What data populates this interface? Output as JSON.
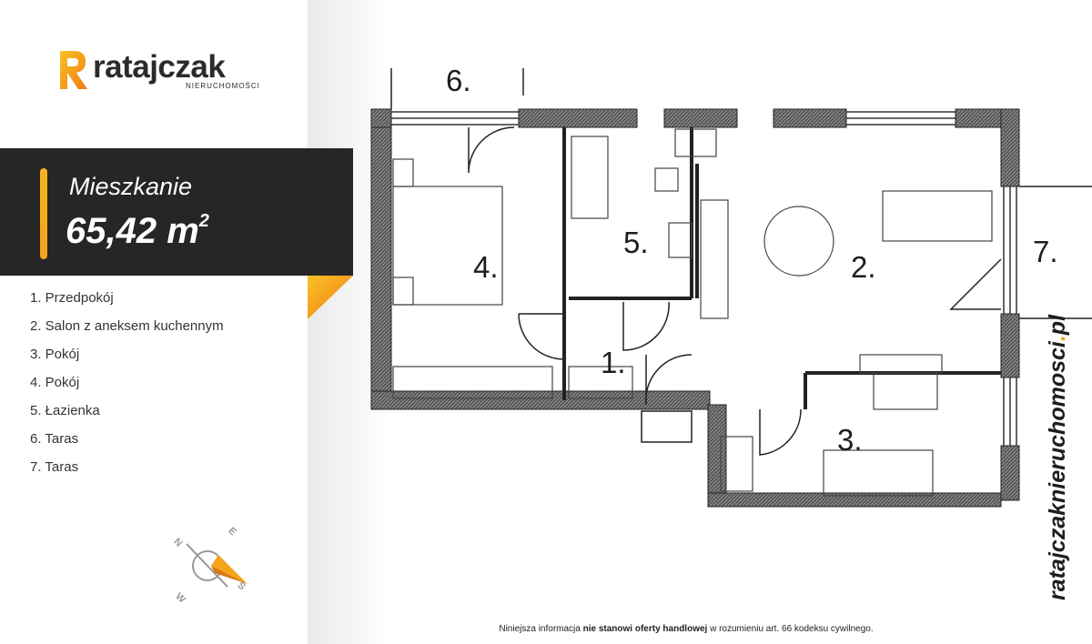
{
  "brand": {
    "name": "ratajczak",
    "subtitle": "NIERUCHOMOŚCI",
    "accent_color": "#f4a31a",
    "dark_color": "#262626",
    "website_prefix": "ratajczaknieruchomosci",
    "website_dot": ".",
    "website_suffix": "pl"
  },
  "apartment": {
    "type_label": "Mieszkanie",
    "area_value": "65,42 m",
    "area_exponent": "2"
  },
  "rooms": [
    {
      "label": "1. Przedpokój"
    },
    {
      "label": "2. Salon z aneksem kuchennym"
    },
    {
      "label": "3. Pokój"
    },
    {
      "label": "4. Pokój"
    },
    {
      "label": "5. Łazienka"
    },
    {
      "label": "6. Taras"
    },
    {
      "label": "7. Taras"
    }
  ],
  "plan_labels": {
    "r1": "1.",
    "r2": "2.",
    "r3": "3.",
    "r4": "4.",
    "r5": "5.",
    "r6": "6.",
    "r7": "7."
  },
  "compass": {
    "n": "N",
    "e": "E",
    "s": "S",
    "w": "W",
    "icon": "compass-icon"
  },
  "disclaimer": {
    "before": "Niniejsza informacja ",
    "bold": "nie stanowi oferty handlowej",
    "after": " w rozumieniu art. 66 kodeksu cywilnego."
  }
}
